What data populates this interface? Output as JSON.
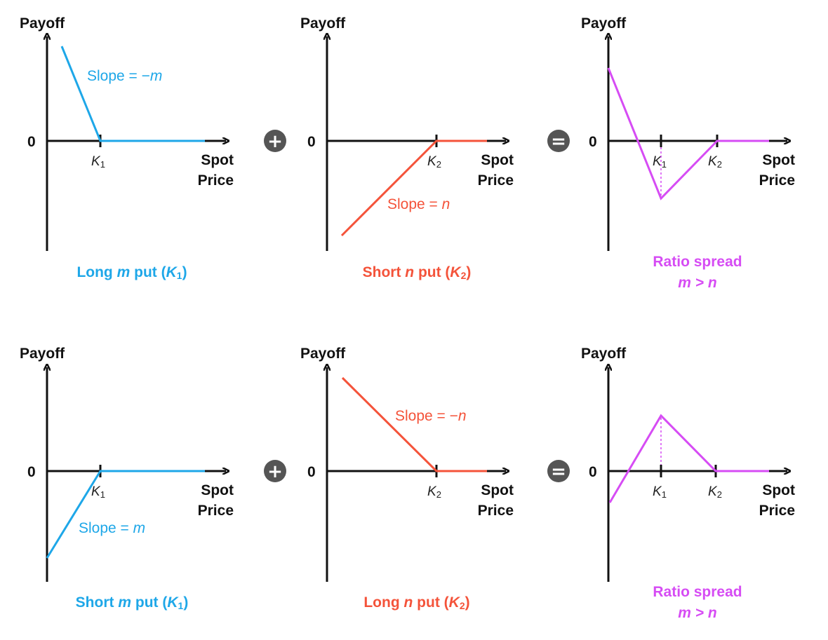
{
  "colors": {
    "long_put": "#1ea7e8",
    "short_put": "#f4533a",
    "result": "#d64cf4",
    "axis": "#111111",
    "operator": "#555555"
  },
  "operators": {
    "plus": "+",
    "equals": "="
  },
  "rows": [
    {
      "panels": [
        {
          "payoff_label": "Payoff",
          "zero_label": "0",
          "spot_label_1": "Spot",
          "spot_label_2": "Price",
          "k_labels": [
            {
              "text": "K",
              "sub": "1"
            }
          ],
          "slope_label": "Slope = −",
          "slope_var": "m",
          "caption_1": "Long ",
          "caption_var": "m",
          "caption_2": " put (",
          "caption_k": "K",
          "caption_sub": "1",
          "caption_3": ")"
        },
        {
          "payoff_label": "Payoff",
          "zero_label": "0",
          "spot_label_1": "Spot",
          "spot_label_2": "Price",
          "k_labels": [
            {
              "text": "K",
              "sub": "2"
            }
          ],
          "slope_label": "Slope = ",
          "slope_var": "n",
          "caption_1": "Short ",
          "caption_var": "n",
          "caption_2": " put (",
          "caption_k": "K",
          "caption_sub": "2",
          "caption_3": ")"
        },
        {
          "payoff_label": "Payoff",
          "zero_label": "0",
          "spot_label_1": "Spot",
          "spot_label_2": "Price",
          "k_labels": [
            {
              "text": "K",
              "sub": "1"
            },
            {
              "text": "K",
              "sub": "2"
            }
          ],
          "caption_1": "Ratio spread",
          "caption_line2": "m > n"
        }
      ]
    },
    {
      "panels": [
        {
          "payoff_label": "Payoff",
          "zero_label": "0",
          "spot_label_1": "Spot",
          "spot_label_2": "Price",
          "k_labels": [
            {
              "text": "K",
              "sub": "1"
            }
          ],
          "slope_label": "Slope = ",
          "slope_var": "m",
          "caption_1": "Short ",
          "caption_var": "m",
          "caption_2": " put (",
          "caption_k": "K",
          "caption_sub": "1",
          "caption_3": ")"
        },
        {
          "payoff_label": "Payoff",
          "zero_label": "0",
          "spot_label_1": "Spot",
          "spot_label_2": "Price",
          "k_labels": [
            {
              "text": "K",
              "sub": "2"
            }
          ],
          "slope_label": "Slope = −",
          "slope_var": "n",
          "caption_1": "Long ",
          "caption_var": "n",
          "caption_2": " put (",
          "caption_k": "K",
          "caption_sub": "2",
          "caption_3": ")"
        },
        {
          "payoff_label": "Payoff",
          "zero_label": "0",
          "spot_label_1": "Spot",
          "spot_label_2": "Price",
          "k_labels": [
            {
              "text": "K",
              "sub": "1"
            },
            {
              "text": "K",
              "sub": "2"
            }
          ],
          "caption_1": "Ratio spread",
          "caption_line2": "m > n"
        }
      ]
    }
  ]
}
